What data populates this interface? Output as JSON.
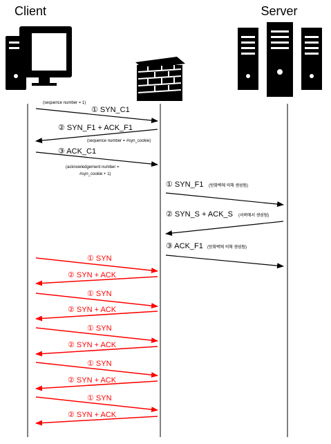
{
  "participants": {
    "client": "Client",
    "server": "Server"
  },
  "icons": {
    "client": "desktop-computer-icon",
    "firewall": "firewall-brick-wall-icon",
    "server": "server-rack-icon"
  },
  "colors": {
    "normal": "#000000",
    "attack": "#ff0000"
  },
  "handshake_client_firewall": [
    {
      "from": "client",
      "to": "firewall",
      "label": "① SYN_C1",
      "note": "(sequence number = 1)"
    },
    {
      "from": "firewall",
      "to": "client",
      "label": "② SYN_F1 + ACK_F1",
      "note": "(sequence number = #syn_cookie)"
    },
    {
      "from": "client",
      "to": "firewall",
      "label": "③ ACK_C1",
      "note": "(acknowledgement number =",
      "note2": "#syn_cookie + 1)"
    }
  ],
  "handshake_firewall_server": [
    {
      "from": "firewall",
      "to": "server",
      "label": "① SYN_F1",
      "note": "(방화벽에 의해 생성됨)"
    },
    {
      "from": "server",
      "to": "firewall",
      "label": "② SYN_S + ACK_S",
      "note": "(서버에서 생성됨)"
    },
    {
      "from": "firewall",
      "to": "server",
      "label": "③ ACK_F1",
      "note": "(방화벽에 의해 생성됨)"
    }
  ],
  "flood": [
    {
      "from": "client",
      "to": "firewall",
      "label": "① SYN"
    },
    {
      "from": "firewall",
      "to": "client",
      "label": "② SYN + ACK"
    },
    {
      "from": "client",
      "to": "firewall",
      "label": "① SYN"
    },
    {
      "from": "firewall",
      "to": "client",
      "label": "② SYN + ACK"
    },
    {
      "from": "client",
      "to": "firewall",
      "label": "① SYN"
    },
    {
      "from": "firewall",
      "to": "client",
      "label": "② SYN + ACK"
    },
    {
      "from": "client",
      "to": "firewall",
      "label": "① SYN"
    },
    {
      "from": "firewall",
      "to": "client",
      "label": "② SYN + ACK"
    },
    {
      "from": "client",
      "to": "firewall",
      "label": "① SYN"
    },
    {
      "from": "firewall",
      "to": "client",
      "label": "② SYN + ACK"
    }
  ]
}
